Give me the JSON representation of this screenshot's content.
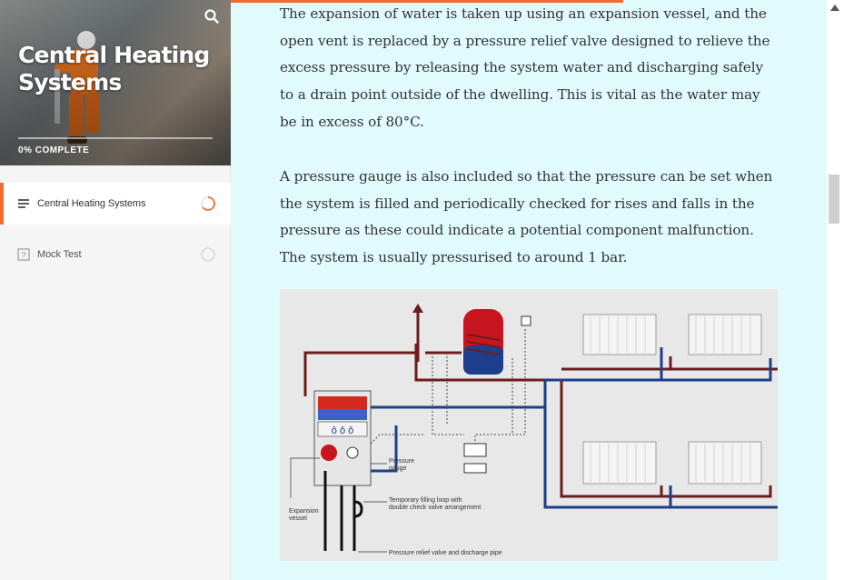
{
  "sidebar": {
    "course_title": "Central Heating Systems",
    "progress_label": "0% COMPLETE",
    "progress_fraction": 0.0,
    "search_icon": "search-icon",
    "lessons": [
      {
        "label": "Central Heating Systems",
        "icon": "text-lines-icon",
        "active": true,
        "status": "in-progress"
      },
      {
        "label": "Mock Test",
        "icon": "quiz-icon",
        "active": false,
        "status": "not-started"
      }
    ]
  },
  "content": {
    "paragraphs": [
      "The expansion of water is taken up using an expansion vessel, and the open vent is replaced by a pressure relief valve designed to relieve the excess pressure by releasing the system water and discharging safely to a drain point outside of the dwelling. This is vital as the water may be in excess of 80°C.",
      "A pressure gauge is also included so that the pressure can be set when the system is filled and periodically checked for rises and falls in the pressure as these could indicate a potential component malfunction. The system is usually pressurised to around 1 bar."
    ],
    "diagram_labels": {
      "pressure_gauge": [
        "Pressure",
        "gauge"
      ],
      "expansion_vessel": [
        "Expansion",
        "vessel"
      ],
      "filling_loop": [
        "Temporary filling loop with",
        "double check valve arrangement"
      ],
      "relief_valve": "Pressure relief valve and discharge pipe"
    }
  },
  "colors": {
    "accent": "#f26c2f",
    "content_bg": "#e1fafc",
    "flow_pipe": "#6b1d1d",
    "return_pipe": "#1d3e8a"
  }
}
